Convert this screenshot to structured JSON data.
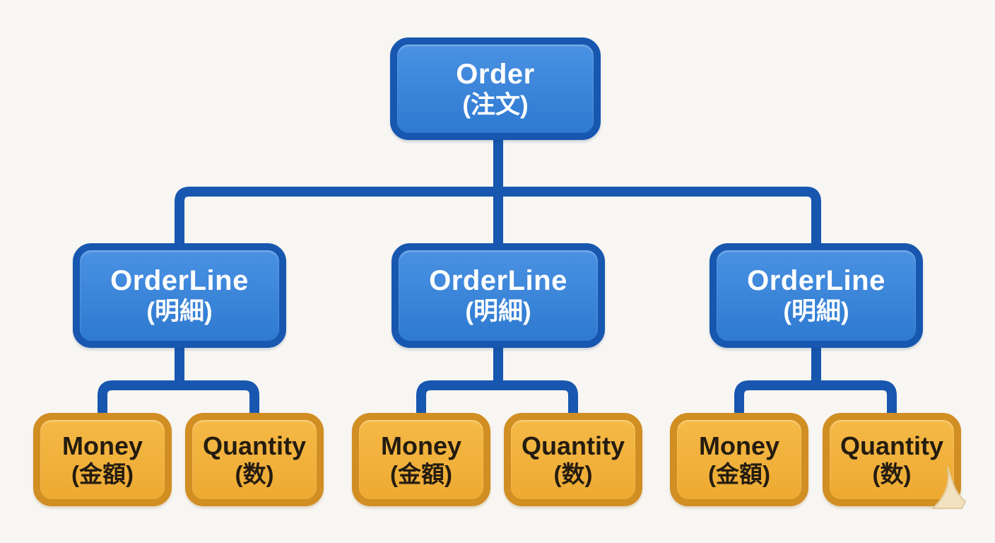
{
  "palette": {
    "bg": "#f8f6f2",
    "blue_fill_top": "#4a91e2",
    "blue_fill_bottom": "#2e7ad1",
    "blue_border": "#1757b0",
    "connector": "#1757b0",
    "orange_fill_top": "#f5b946",
    "orange_fill_bottom": "#edaa32",
    "orange_border": "#d18e22",
    "blue_text": "#ffffff",
    "orange_text": "#241c10",
    "curl": "#f2e2bf"
  },
  "diagram": {
    "root": {
      "title": "Order",
      "subtitle": "(注文)"
    },
    "groups": [
      {
        "node": {
          "title": "OrderLine",
          "subtitle": "(明細)"
        },
        "children": [
          {
            "title": "Money",
            "subtitle": "(金額)"
          },
          {
            "title": "Quantity",
            "subtitle": "(数)"
          }
        ]
      },
      {
        "node": {
          "title": "OrderLine",
          "subtitle": "(明細)"
        },
        "children": [
          {
            "title": "Money",
            "subtitle": "(金額)"
          },
          {
            "title": "Quantity",
            "subtitle": "(数)"
          }
        ]
      },
      {
        "node": {
          "title": "OrderLine",
          "subtitle": "(明細)"
        },
        "children": [
          {
            "title": "Money",
            "subtitle": "(金額)"
          },
          {
            "title": "Quantity",
            "subtitle": "(数)"
          }
        ]
      }
    ]
  }
}
